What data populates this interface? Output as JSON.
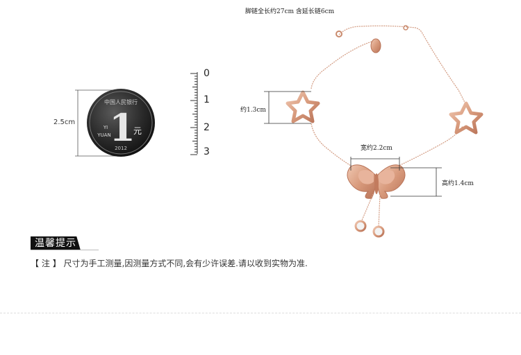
{
  "measure": {
    "total_length": "脚链全长约27cm 含延长链6cm",
    "coin_diameter": "2.5cm",
    "wing_length": "约1.3cm",
    "butterfly_width": "宽约2.2cm",
    "butterfly_height": "高约1.4cm"
  },
  "ruler": {
    "marks": [
      "0",
      "1",
      "2",
      "3"
    ]
  },
  "coin": {
    "top_text": "中国人民银行",
    "numeral": "1",
    "unit": "元",
    "yi": "YI",
    "yuan": "YUAN",
    "year": "2012"
  },
  "tip": {
    "title": "温馨提示",
    "bracket_open": "【",
    "bracket_close": "】",
    "note_label": "注",
    "note": "尺寸为手工测量,因测量方式不同,会有少许误差.请以收到实物为准."
  },
  "colors": {
    "rose_gold": "#d9a184",
    "dark_rose": "#b8785e",
    "label_bg": "#111111",
    "coin_dark": "#2b2b2b"
  }
}
